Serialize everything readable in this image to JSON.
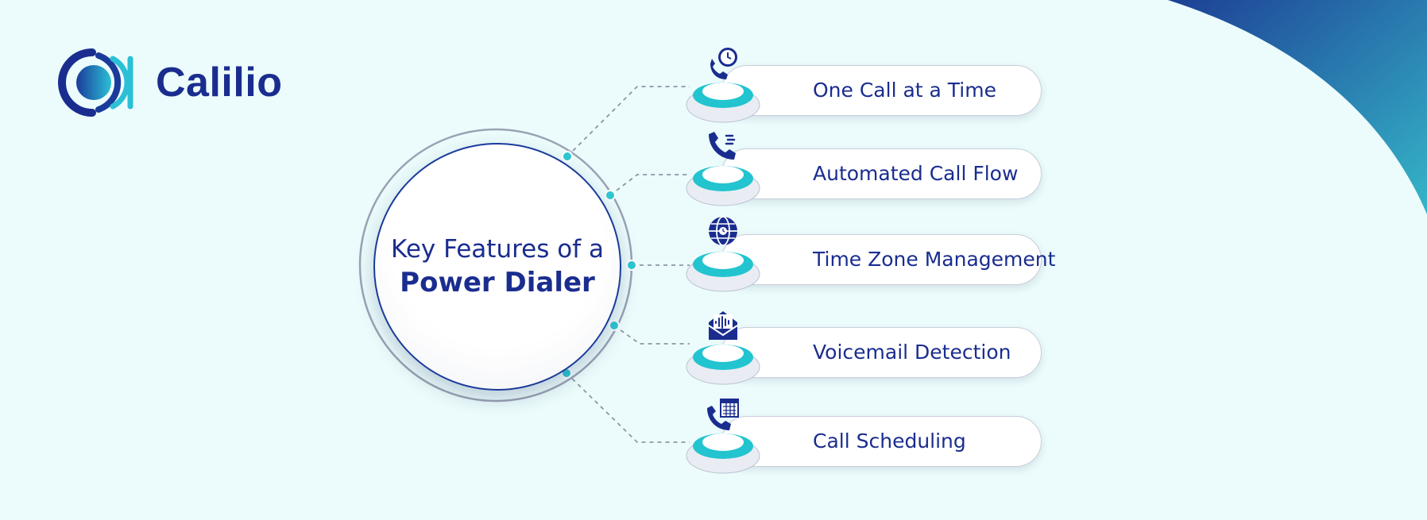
{
  "brand": {
    "name": "Calilio",
    "primary_color": "#1a2d8f",
    "accent_color": "#2ec8d4",
    "logo_icon": "sound-wave-c-icon"
  },
  "center": {
    "line1": "Key Features of a",
    "line2": "Power Dialer"
  },
  "features": [
    {
      "label": "One Call at a Time",
      "icon": "phone-clock-icon"
    },
    {
      "label": "Automated Call Flow",
      "icon": "phone-flow-icon"
    },
    {
      "label": "Time Zone Management",
      "icon": "globe-icon"
    },
    {
      "label": "Voicemail Detection",
      "icon": "voicemail-envelope-icon"
    },
    {
      "label": "Call Scheduling",
      "icon": "phone-calendar-icon"
    }
  ]
}
